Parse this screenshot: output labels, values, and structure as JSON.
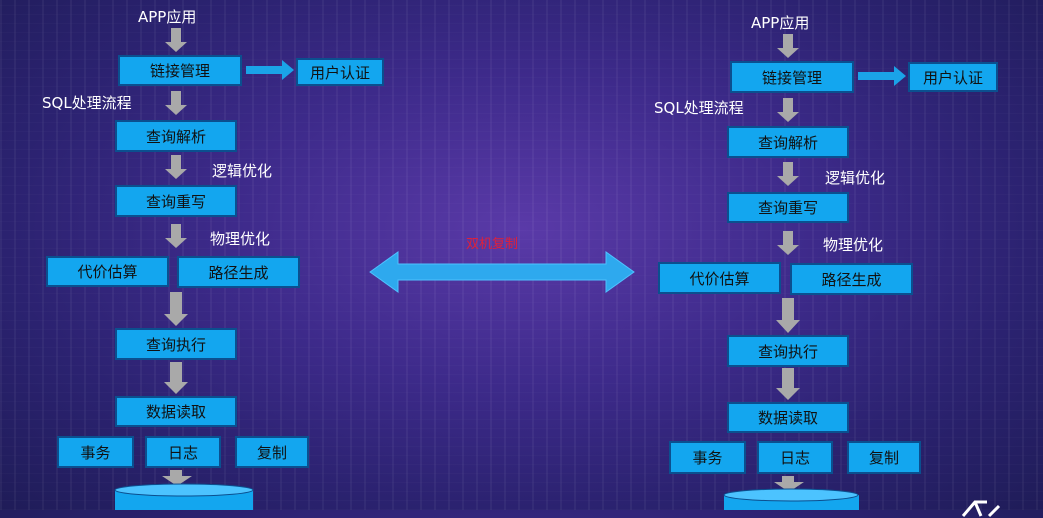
{
  "left": {
    "app": "APP应用",
    "conn": "链接管理",
    "auth": "用户认证",
    "sql_flow": "SQL处理流程",
    "parse": "查询解析",
    "logic_opt": "逻辑优化",
    "rewrite": "查询重写",
    "phys_opt": "物理优化",
    "cost": "代价估算",
    "path": "路径生成",
    "exec": "查询执行",
    "read": "数据读取",
    "trans": "事务",
    "log": "日志",
    "repl": "复制"
  },
  "right": {
    "app": "APP应用",
    "conn": "链接管理",
    "auth": "用户认证",
    "sql_flow": "SQL处理流程",
    "parse": "查询解析",
    "logic_opt": "逻辑优化",
    "rewrite": "查询重写",
    "phys_opt": "物理优化",
    "cost": "代价估算",
    "path": "路径生成",
    "exec": "查询执行",
    "read": "数据读取",
    "trans": "事务",
    "log": "日志",
    "repl": "复制"
  },
  "center": {
    "label": "双机复制"
  },
  "colors": {
    "box_fill": "#13a6ef",
    "box_border": "#0b4f8f",
    "arrow_gray": "#a9a9a9",
    "arrow_blue": "#1aa3e8",
    "center_label": "#e0203a"
  }
}
